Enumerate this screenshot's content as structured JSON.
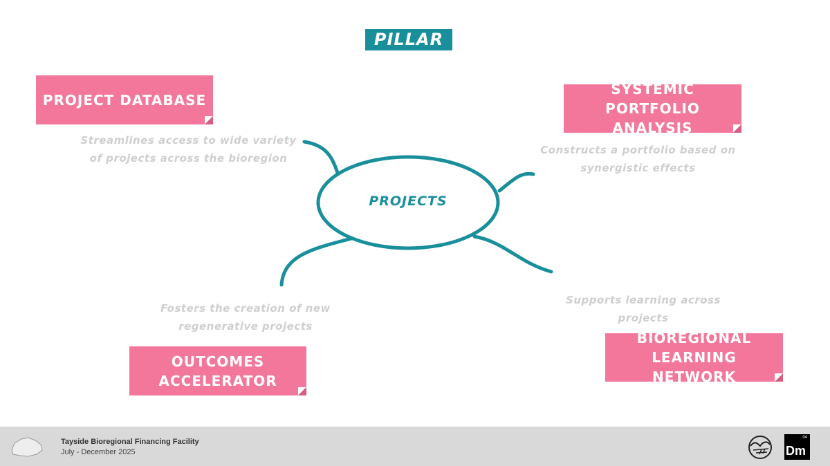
{
  "title": "PILLAR #1",
  "center": "PROJECTS",
  "cards": [
    {
      "label": "PROJECT DATABASE",
      "desc": "Streamlines access to wide variety of projects across the bioregion"
    },
    {
      "label": "SYSTEMIC PORTFOLIO ANALYSIS",
      "desc": "Constructs a portfolio based on synergistic effects"
    },
    {
      "label": "OUTCOMES ACCELERATOR",
      "desc": "Fosters the creation of new regenerative projects"
    },
    {
      "label": "BIOREGIONAL LEARNING NETWORK",
      "desc": "Supports learning across projects"
    }
  ],
  "footer": {
    "title": "Tayside Bioregional Financing Facility",
    "subtitle": "July - December 2025",
    "badge_number": "04",
    "badge_text": "Dm"
  },
  "colors": {
    "pink": "#f2779b",
    "teal": "#1a8f9c",
    "grey_text": "#cfcfcf",
    "footer": "#d9d9d9"
  }
}
